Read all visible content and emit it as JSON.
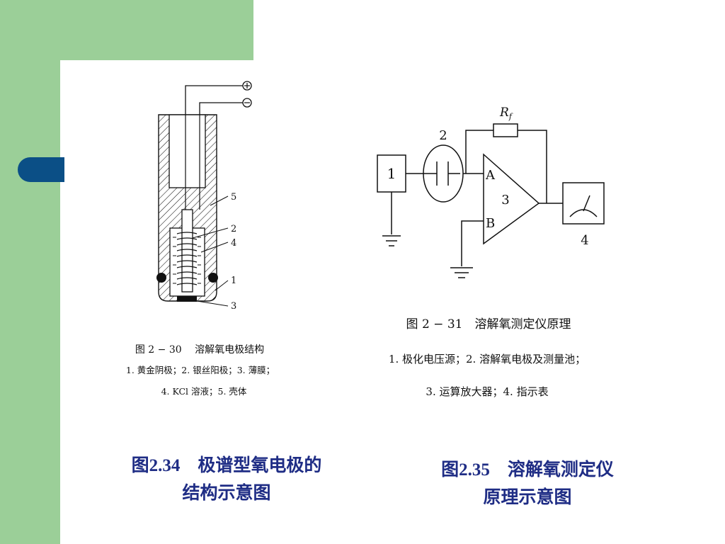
{
  "colors": {
    "green": "#9bcf98",
    "navy": "#0b4f86",
    "caption": "#1f2d85"
  },
  "figure_left": {
    "part_labels": [
      "5",
      "2",
      "4",
      "1",
      "3"
    ],
    "terminal_plus": "⊕",
    "terminal_minus": "⊖",
    "title": "图 2 − 30　 溶解氧电极结构",
    "legend_line1": "1. 黄金阴极；2. 银丝阳极；3. 薄膜；",
    "legend_line2": "4. KCl 溶液；5. 壳体"
  },
  "figure_right": {
    "resistor_label": "R",
    "resistor_sub": "f",
    "box1_label": "1",
    "electrode_label": "2",
    "amp_label": "3",
    "input_a": "A",
    "input_b": "B",
    "meter_label": "4",
    "title": "图 2 − 31　溶解氧测定仪原理",
    "legend_line1": "1. 极化电压源；2. 溶解氧电极及测量池；",
    "legend_line2": "3. 运算放大器；4. 指示表"
  },
  "captions": {
    "left_num": "图2.34",
    "left_text": "极谱型氧电极的",
    "left_text2": "结构示意图",
    "right_num": "图2.35",
    "right_text": "溶解氧测定仪",
    "right_text2": "原理示意图"
  }
}
